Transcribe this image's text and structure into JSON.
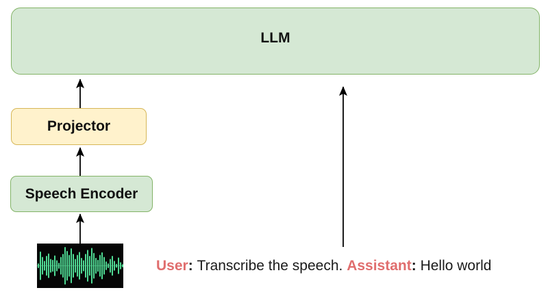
{
  "nodes": {
    "llm": {
      "label": "LLM"
    },
    "projector": {
      "label": "Projector"
    },
    "speech_encoder": {
      "label": "Speech Encoder"
    }
  },
  "caption": {
    "segments": [
      {
        "text": "User",
        "style": "speaker"
      },
      {
        "text": ": ",
        "style": "colon"
      },
      {
        "text": "Transcribe the speech. ",
        "style": "plain"
      },
      {
        "text": "Assistant",
        "style": "speaker"
      },
      {
        "text": ": ",
        "style": "colon"
      },
      {
        "text": "Hello world",
        "style": "plain"
      }
    ]
  },
  "colors": {
    "green_fill": "#d5e8d4",
    "green_stroke": "#82b366",
    "yellow_fill": "#fff2cc",
    "yellow_stroke": "#d6b656",
    "speaker_text": "#e06e6e",
    "arrow": "#000000",
    "waveform_bar": "#4fdb94",
    "waveform_bg": "#060606",
    "waveform_midline": "#3e6e55"
  },
  "waveform_bars": [
    0.12,
    0.72,
    0.45,
    0.25,
    0.5,
    0.62,
    0.35,
    0.3,
    0.52,
    0.28,
    0.15,
    0.45,
    0.6,
    0.95,
    0.75,
    0.55,
    0.88,
    0.6,
    0.35,
    0.55,
    0.7,
    0.4,
    0.28,
    0.6,
    0.8,
    0.5,
    0.9,
    0.65,
    0.4,
    0.3,
    0.55,
    0.68,
    0.45,
    0.22,
    0.12,
    0.35,
    0.5,
    0.25,
    0.1,
    0.42,
    0.18,
    0.08
  ]
}
